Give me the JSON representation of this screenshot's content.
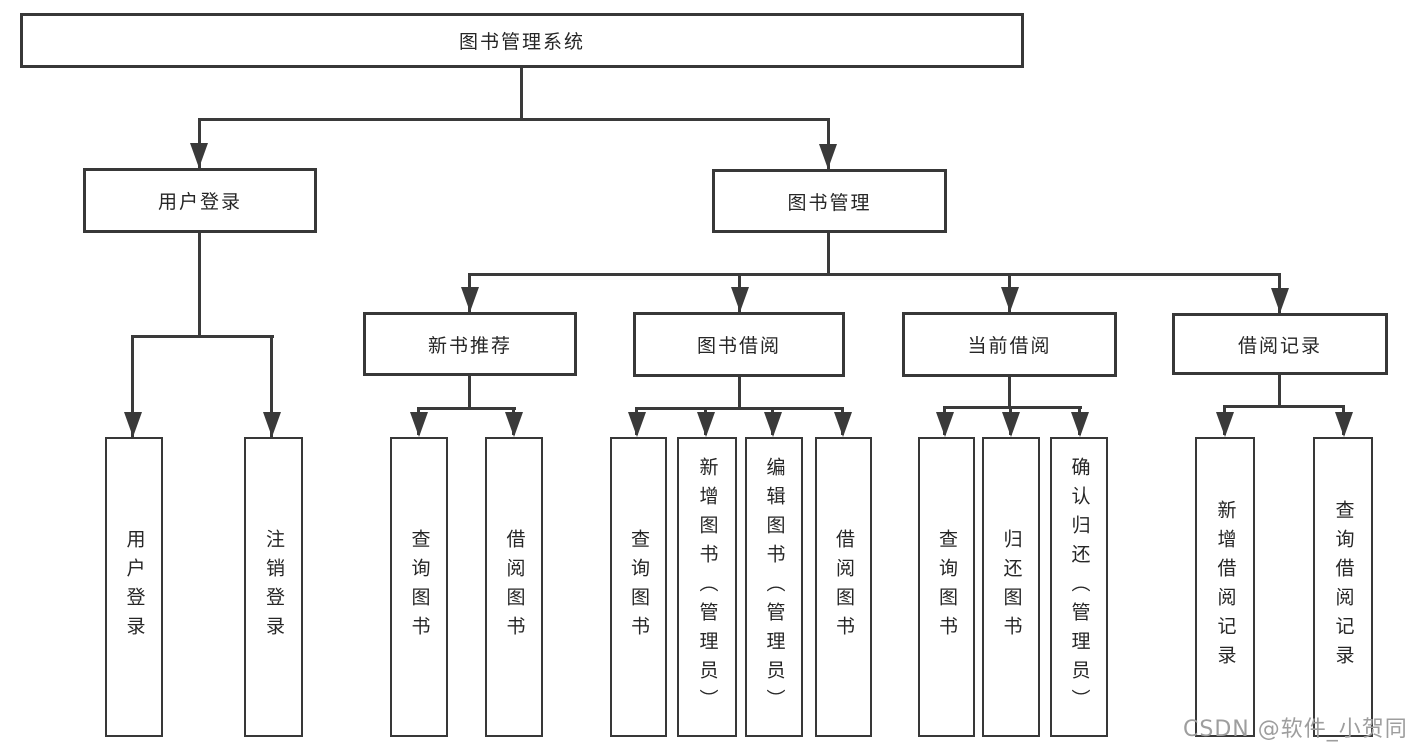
{
  "tree": {
    "label": "图书管理系统",
    "children": [
      {
        "label": "用户登录",
        "children": [
          {
            "label": "用户登录"
          },
          {
            "label": "注销登录"
          }
        ]
      },
      {
        "label": "图书管理",
        "children": [
          {
            "label": "新书推荐",
            "children": [
              {
                "label": "查询图书"
              },
              {
                "label": "借阅图书"
              }
            ]
          },
          {
            "label": "图书借阅",
            "children": [
              {
                "label": "查询图书"
              },
              {
                "label": "新增图书（管理员）"
              },
              {
                "label": "编辑图书（管理员）"
              },
              {
                "label": "借阅图书"
              }
            ]
          },
          {
            "label": "当前借阅",
            "children": [
              {
                "label": "查询图书"
              },
              {
                "label": "归还图书"
              },
              {
                "label": "确认归还（管理员）"
              }
            ]
          },
          {
            "label": "借阅记录",
            "children": [
              {
                "label": "新增借阅记录"
              },
              {
                "label": "查询借阅记录"
              }
            ]
          }
        ]
      }
    ]
  },
  "watermark": {
    "text": "CSDN @软件_小贺同学"
  },
  "colors": {
    "line": "#3a3a3a",
    "border": "#383838",
    "text": "#262626",
    "watermark_text": "#9e9e9e",
    "background": "#ffffff"
  }
}
